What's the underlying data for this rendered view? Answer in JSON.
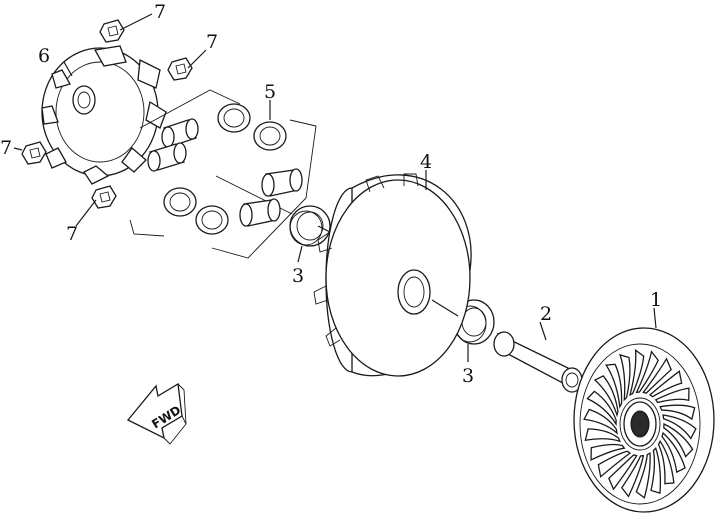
{
  "callouts": {
    "part1": "1",
    "part2": "2",
    "part3a": "3",
    "part3b": "3",
    "part4": "4",
    "part5": "5",
    "part6": "6",
    "part7a": "7",
    "part7b": "7",
    "part7c": "7",
    "part7d": "7"
  },
  "direction_marker": {
    "label": "FWD"
  },
  "colors": {
    "line": "#1a1a1a",
    "background": "#ffffff"
  }
}
